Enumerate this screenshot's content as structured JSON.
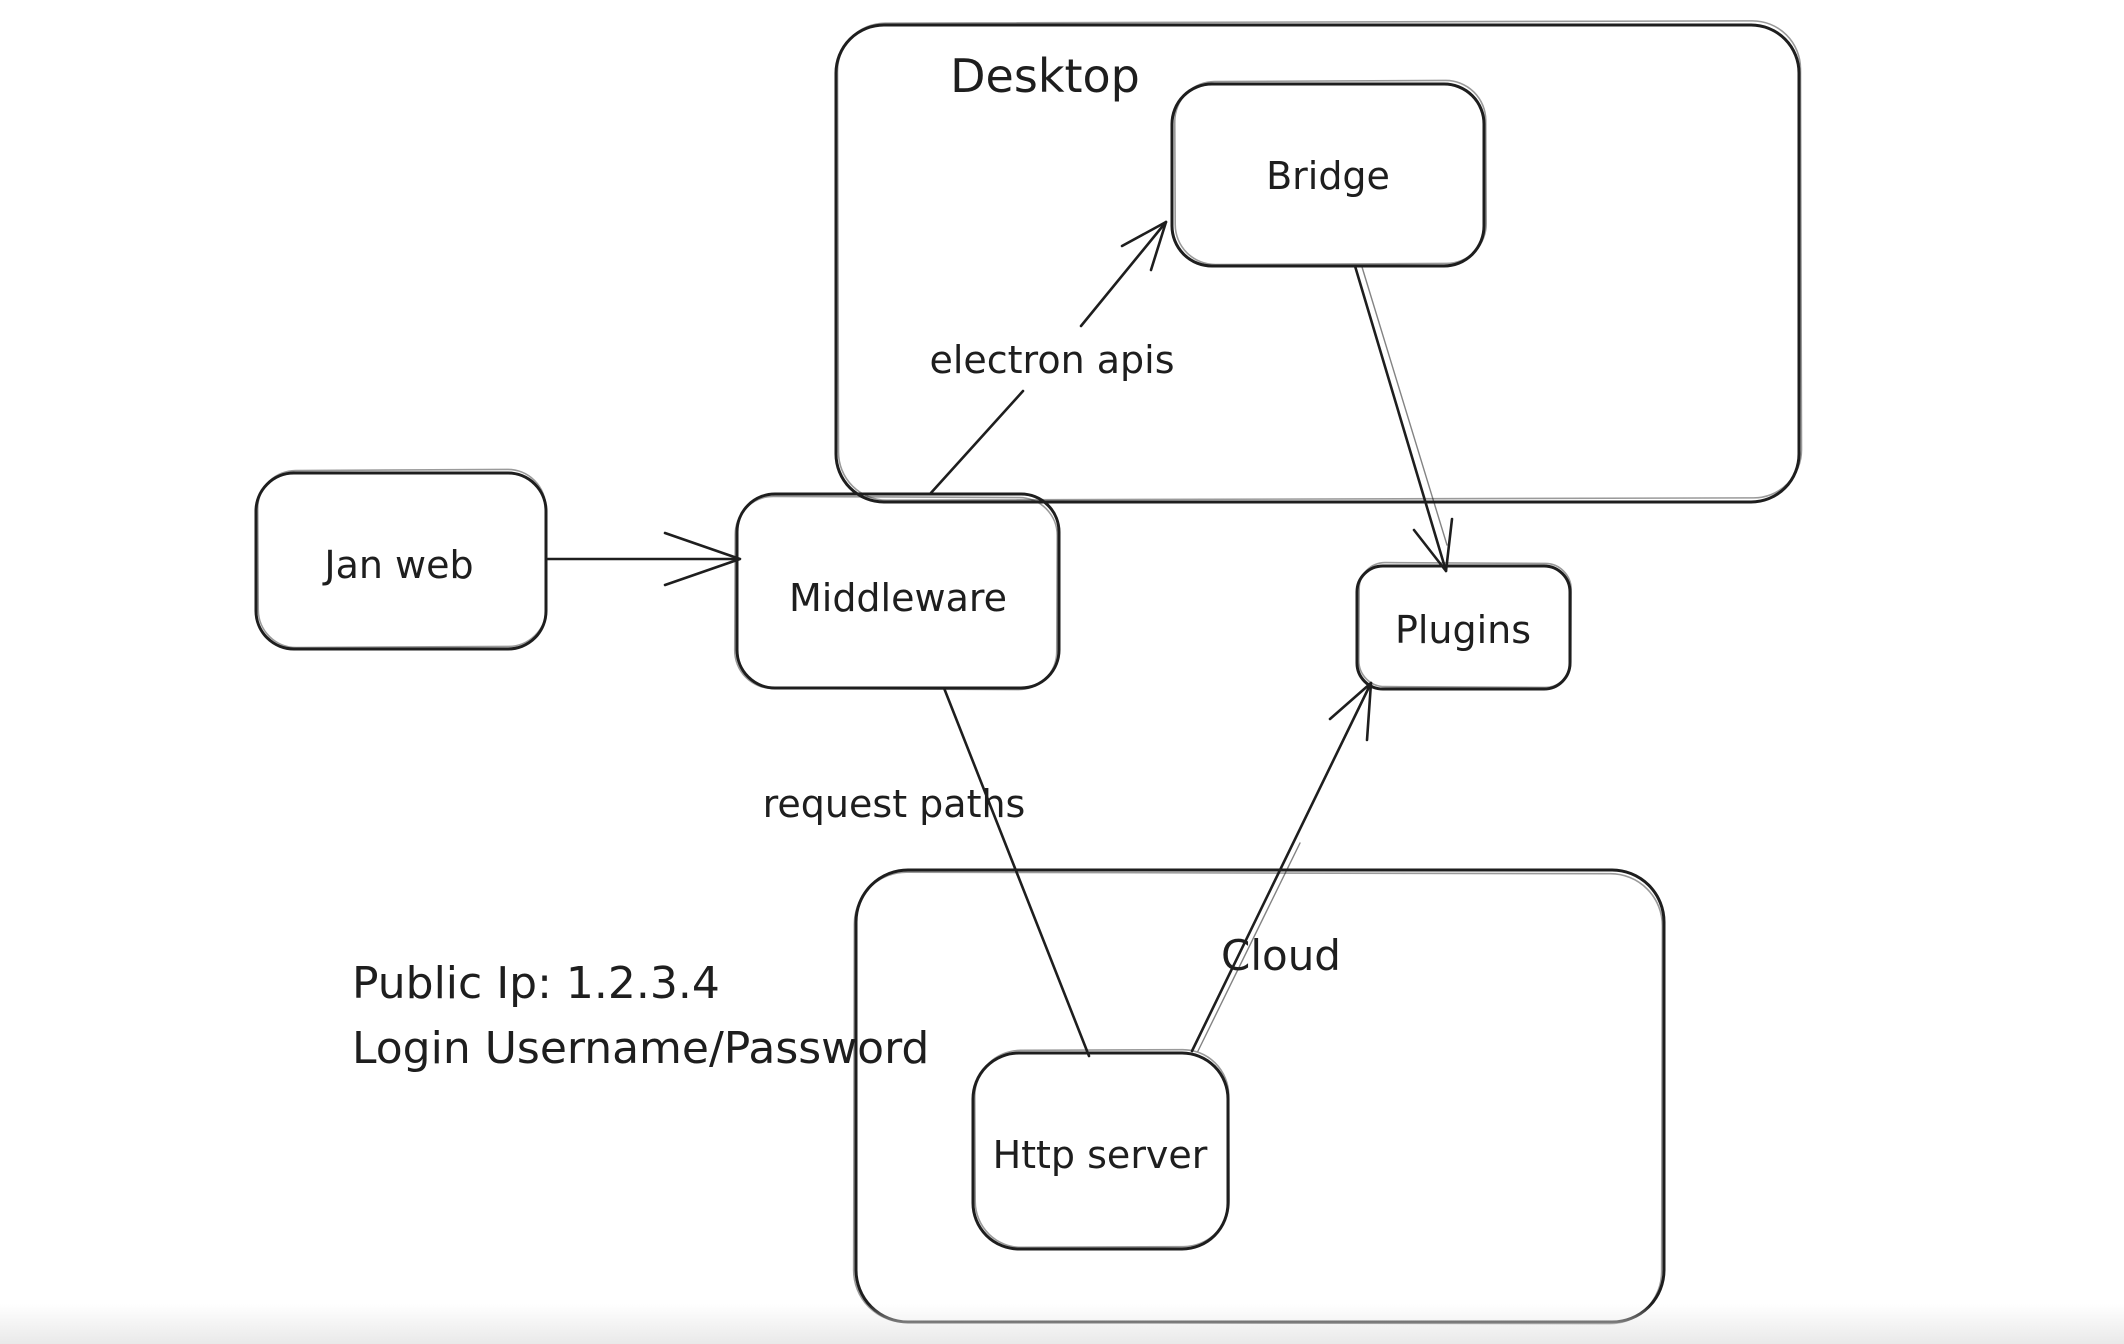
{
  "canvas": {
    "background": "#ffffff",
    "ink": "#1e1e1e",
    "bottom_fade": "#e9e9e9"
  },
  "containers": {
    "desktop": {
      "label": "Desktop"
    },
    "cloud": {
      "label": "Cloud"
    }
  },
  "nodes": {
    "jan_web": {
      "label": "Jan web"
    },
    "middleware": {
      "label": "Middleware"
    },
    "bridge": {
      "label": "Bridge"
    },
    "plugins": {
      "label": "Plugins"
    },
    "http_server": {
      "label": "Http server"
    }
  },
  "edges": {
    "jan_web_to_middleware": {
      "label": ""
    },
    "electron_apis": {
      "label": "electron apis"
    },
    "bridge_to_plugins": {
      "label": ""
    },
    "request_paths": {
      "label": "request paths"
    },
    "http_server_to_plugins": {
      "label": ""
    }
  },
  "notes": {
    "line1": "Public Ip: 1.2.3.4",
    "line2": "Login Username/Password"
  }
}
